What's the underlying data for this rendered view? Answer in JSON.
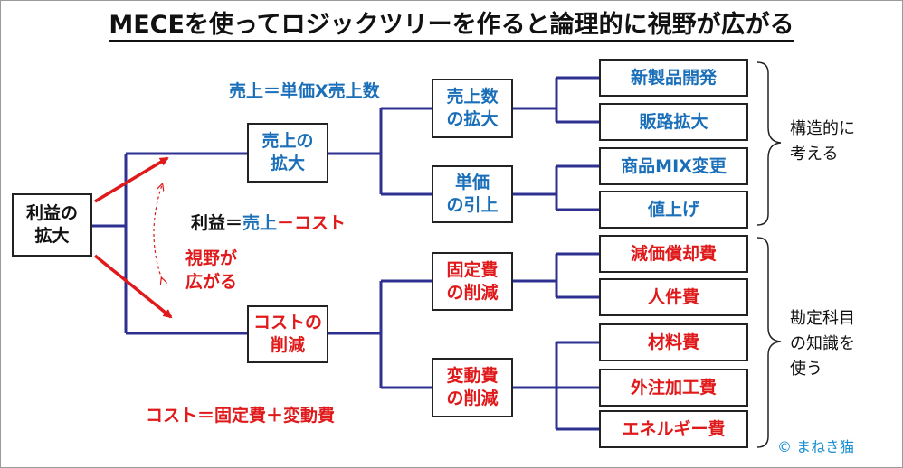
{
  "title": "MECEを使ってロジックツリーを作ると論理的に視野が広がる",
  "root": "利益の\n拡大",
  "level1": {
    "sales": "売上の\n拡大",
    "cost": "コストの削減"
  },
  "level2": {
    "quantity": "売上数\nの拡大",
    "price": "単価\nの引上",
    "fixed": "固定費\nの削減",
    "variable": "変動費\nの削減"
  },
  "leaves": {
    "quantity": [
      "新製品開発",
      "販路拡大"
    ],
    "price": [
      "商品MIX変更",
      "値上げ"
    ],
    "fixed": [
      "減価償却費",
      "人件費"
    ],
    "variable": [
      "材料費",
      "外注加工費",
      "エネルギー費"
    ]
  },
  "formulas": {
    "sales": "売上＝単価X売上数",
    "profit_prefix": "利益＝",
    "profit_sales": "売上",
    "profit_cost": "－コスト",
    "cost": "コスト＝固定費＋変動費"
  },
  "view_note": "視野が\n広がる",
  "side_notes": {
    "structural": "構造的に\n考える",
    "accounts": "勘定科目\nの知識を\n使う"
  },
  "credit": "©  まねき猫",
  "colors": {
    "line": "#2e3192",
    "blue": "#1a6fb8",
    "red": "#e0191b"
  }
}
